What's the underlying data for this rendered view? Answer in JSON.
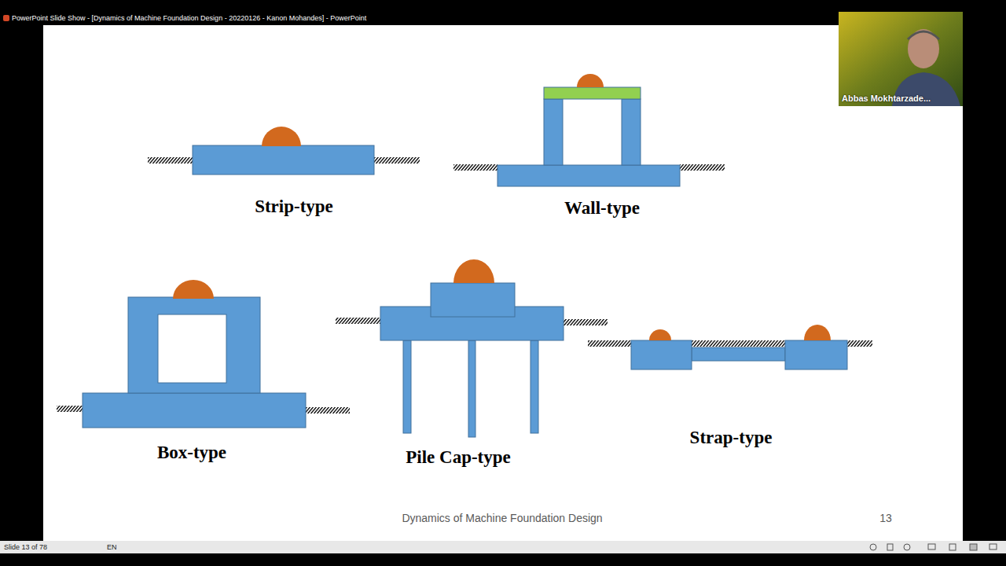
{
  "diagram": {
    "labels": [
      "PowerPoint Slide Show - [Dynamics of Machine Foundation Design - 20220126 - Kanon Mohandes] - PowerPoint",
      "Abbas Mokhtarzade...",
      "Strip-type",
      "Wall-type",
      "Box-type",
      "Pile Cap-type",
      "Strap-type",
      "Dynamics of Machine Foundation Design",
      "13",
      "Slide 13 of 78",
      "EN"
    ]
  }
}
